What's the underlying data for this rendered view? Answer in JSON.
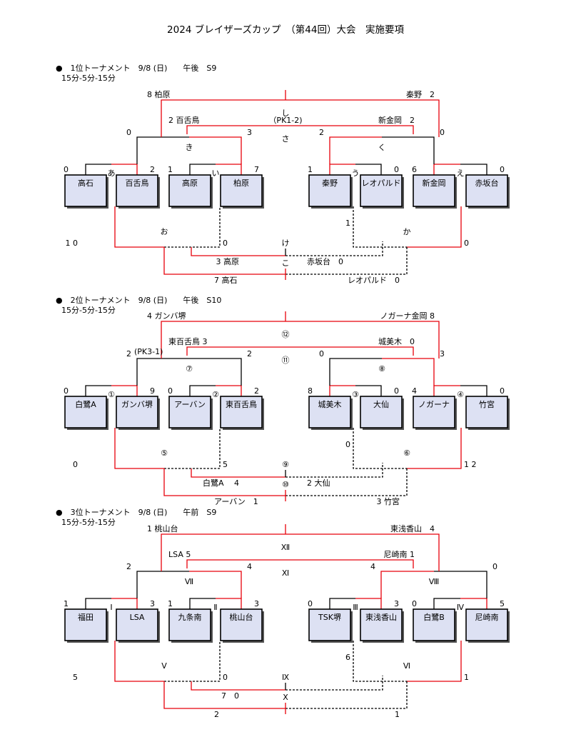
{
  "title": "2024  ブレイザーズカップ　（第44回）大会　実施要項",
  "sections": [
    {
      "header": "●　1位トーナメント　9/8 (日)　　午後　S9",
      "format": "15分-5分-15分",
      "teams": [
        "高石",
        "百舌鳥",
        "高原",
        "柏原",
        "秦野",
        "レオパルド",
        "新金岡",
        "赤坂台"
      ],
      "r1_scores": [
        "0",
        "2",
        "1",
        "7",
        "1",
        "0",
        "6",
        "0"
      ],
      "r1_games": [
        "あ",
        "い",
        "う",
        "え"
      ],
      "r2_games": [
        "き",
        "く"
      ],
      "loser_games": [
        "お",
        "か"
      ],
      "loser_scores": [
        "1 0",
        "0",
        "1",
        "0"
      ],
      "final_left": "8 柏原",
      "final_right": "秦野　2",
      "final_game": "し",
      "semi_left": "2 百舌鳥",
      "semi_right": "新金岡　2",
      "semi_pk": "（PK1-2)",
      "semi_game": "さ",
      "r2_scores": [
        "0",
        "3",
        "2",
        "0"
      ],
      "pk_note": "",
      "l_final_left": "3 高原",
      "l_final_right": "赤坂台　0",
      "l_final_game": "け",
      "l_bottom_left": "7 高石",
      "l_bottom_right": "レオパルド　0",
      "l_bottom_game": "こ"
    },
    {
      "header": "●　2位トーナメント　9/8 (日)　　午後　S10",
      "format": "15分-5分-15分",
      "teams": [
        "白鷺A",
        "ガンバ堺",
        "アーバン",
        "東百舌鳥",
        "城美木",
        "大仙",
        "ノガーナ",
        "竹宮"
      ],
      "r1_scores": [
        "0",
        "9",
        "0",
        "2",
        "8",
        "0",
        "4",
        "0"
      ],
      "r1_games": [
        "①",
        "②",
        "③",
        "④"
      ],
      "r2_games": [
        "⑦",
        "⑧"
      ],
      "loser_games": [
        "⑤",
        "⑥"
      ],
      "loser_scores": [
        "0",
        "5",
        "0",
        "1 2"
      ],
      "final_left": "4 ガンバ堺",
      "final_right": "ノガーナ金岡 8",
      "final_game": "⑫",
      "semi_left": "東百舌鳥 3",
      "semi_right": "城美木　0",
      "semi_pk": "",
      "semi_game": "⑪",
      "r2_scores": [
        "2",
        "2",
        "0",
        "3"
      ],
      "pk_note": "(PK3-1)",
      "l_final_left": "白鷺A　 4",
      "l_final_right": "2 大仙",
      "l_final_game": "⑨",
      "l_bottom_left": "アーバン　1",
      "l_bottom_right": "3 竹宮",
      "l_bottom_game": "⑩"
    },
    {
      "header": "●　3位トーナメント　9/8 (日)　　午前　S9",
      "format": "15分-5分-15分",
      "teams": [
        "福田",
        "LSA",
        "九条南",
        "桃山台",
        "TSK堺",
        "東浅香山",
        "白鷺B",
        "尼崎南"
      ],
      "r1_scores": [
        "1",
        "3",
        "1",
        "3",
        "0",
        "3",
        "0",
        "5"
      ],
      "r1_games": [
        "Ⅰ",
        "Ⅱ",
        "Ⅲ",
        "Ⅳ"
      ],
      "r2_games": [
        "Ⅶ",
        "Ⅷ"
      ],
      "loser_games": [
        "Ⅴ",
        "Ⅵ"
      ],
      "loser_scores": [
        "5",
        "0",
        "6",
        "1"
      ],
      "final_left": "1 桃山台",
      "final_right": "東浅香山　4",
      "final_game": "Ⅻ",
      "semi_left": "LSA 5",
      "semi_right": "尼崎南 1",
      "semi_pk": "",
      "semi_game": "Ⅺ",
      "r2_scores": [
        "2",
        "4",
        "4",
        "0"
      ],
      "pk_note": "",
      "l_final_left": "7　0",
      "l_final_right": "",
      "l_final_game": "Ⅸ",
      "l_bottom_left": "2",
      "l_bottom_right": "1",
      "l_bottom_game": "Ⅹ"
    }
  ],
  "colors": {
    "win": "#e8000b",
    "line": "#000000",
    "box_fill": "#dde1f3"
  }
}
